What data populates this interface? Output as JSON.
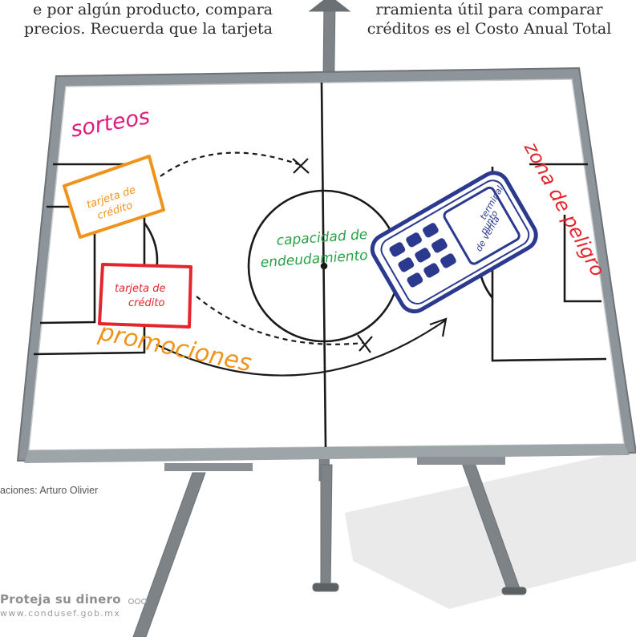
{
  "article": {
    "left_lines": [
      "e por algún producto, compara",
      "precios. Recuerda que la tarjeta"
    ],
    "right_lines": [
      "rramienta útil para comparar",
      "créditos es el Costo Anual Total"
    ]
  },
  "illustration": {
    "labels": {
      "sorteos": "sorteos",
      "card_top": [
        "tarjeta de",
        "crédito"
      ],
      "card_mid": [
        "tarjeta de",
        "crédito"
      ],
      "capacidad": [
        "capacidad de",
        "endeudamiento"
      ],
      "promociones": "promociones",
      "terminal": [
        "terminal",
        "punto",
        "de venta"
      ],
      "zona": "zona de peligro"
    },
    "colors": {
      "magenta": "#e0197d",
      "orange": "#f0931d",
      "red": "#e3262d",
      "green": "#2aa146",
      "blue": "#2b3a8f",
      "frame": "#9aa0a4"
    }
  },
  "credit": "aciones: Arturo Olivier",
  "brand": {
    "title": "Proteja su dinero",
    "url": "www.condusef.gob.mx"
  }
}
